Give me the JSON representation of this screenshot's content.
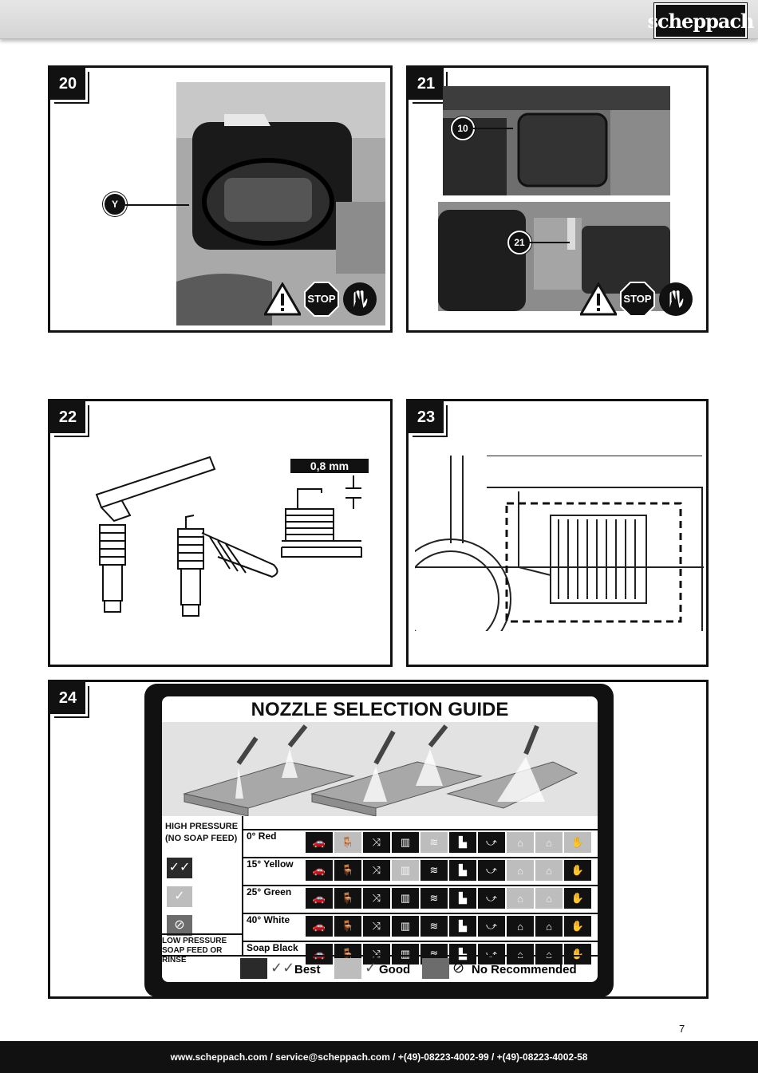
{
  "header": {
    "brand": "scheppach"
  },
  "figures": [
    {
      "number": "20",
      "callouts": [
        "Y"
      ]
    },
    {
      "number": "21",
      "callouts": [
        "10",
        "21"
      ]
    },
    {
      "number": "22",
      "gap_label": "0,8 mm"
    },
    {
      "number": "23"
    },
    {
      "number": "24"
    }
  ],
  "warning": {
    "stop_label": "STOP"
  },
  "nozzle_guide": {
    "title": "NOZZLE SELECTION GUIDE",
    "high_pressure_label": "HIGH PRESSURE",
    "no_soap_label": "(NO SOAP FEED)",
    "low_pressure_label": "LOW PRESSURE",
    "soap_feed_label": "SOAP FEED OR RINSE",
    "rows": [
      {
        "label": "0° Red",
        "pattern": [
          "d",
          "l",
          "d",
          "d",
          "l",
          "d",
          "d",
          "l",
          "l",
          "l"
        ]
      },
      {
        "label": "15° Yellow",
        "pattern": [
          "d",
          "d",
          "d",
          "l",
          "d",
          "d",
          "d",
          "l",
          "l",
          "d"
        ]
      },
      {
        "label": "25° Green",
        "pattern": [
          "d",
          "d",
          "d",
          "d",
          "d",
          "d",
          "d",
          "l",
          "l",
          "d"
        ]
      },
      {
        "label": "40° White",
        "pattern": [
          "d",
          "d",
          "d",
          "d",
          "d",
          "d",
          "d",
          "d",
          "d",
          "d"
        ]
      },
      {
        "label": "Soap Black",
        "pattern": [
          "d",
          "d",
          "d",
          "d",
          "d",
          "d",
          "d",
          "d",
          "d",
          "d"
        ]
      }
    ],
    "legend": {
      "best": "Best",
      "good": "Good",
      "not": "No Recommended"
    }
  },
  "page_number": "7",
  "footer": {
    "contact": "www.scheppach.com / service@scheppach.com / +(49)-08223-4002-99 / +(49)-08223-4002-58"
  }
}
